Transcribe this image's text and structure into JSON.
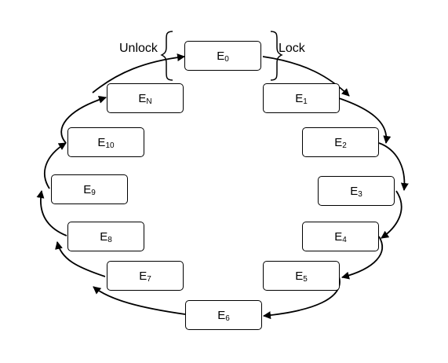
{
  "diagram": {
    "states": [
      {
        "id": "e0",
        "base": "E",
        "sub": "0"
      },
      {
        "id": "e1",
        "base": "E",
        "sub": "1"
      },
      {
        "id": "e2",
        "base": "E",
        "sub": "2"
      },
      {
        "id": "e3",
        "base": "E",
        "sub": "3"
      },
      {
        "id": "e4",
        "base": "E",
        "sub": "4"
      },
      {
        "id": "e5",
        "base": "E",
        "sub": "5"
      },
      {
        "id": "e6",
        "base": "E",
        "sub": "6"
      },
      {
        "id": "e7",
        "base": "E",
        "sub": "7"
      },
      {
        "id": "e8",
        "base": "E",
        "sub": "8"
      },
      {
        "id": "e9",
        "base": "E",
        "sub": "9"
      },
      {
        "id": "e10",
        "base": "E",
        "sub": "10"
      },
      {
        "id": "en",
        "base": "E",
        "sub": "N"
      }
    ],
    "labels": {
      "unlock": "Unlock",
      "lock": "Lock"
    },
    "edges": [
      [
        "e0",
        "e1"
      ],
      [
        "e1",
        "e2"
      ],
      [
        "e2",
        "e3"
      ],
      [
        "e3",
        "e4"
      ],
      [
        "e4",
        "e5"
      ],
      [
        "e5",
        "e6"
      ],
      [
        "e6",
        "e7"
      ],
      [
        "e7",
        "e8"
      ],
      [
        "e8",
        "e9"
      ],
      [
        "e9",
        "e10"
      ],
      [
        "e10",
        "en"
      ],
      [
        "en",
        "e0"
      ]
    ]
  }
}
